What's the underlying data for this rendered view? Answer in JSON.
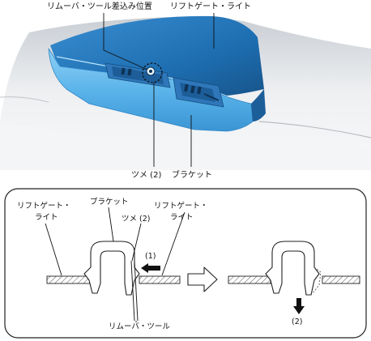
{
  "photo": {
    "labels": {
      "tool_position": "リムーバ・ツール差込み位置",
      "liftgate_light": "リフトゲート・ライト",
      "claw": "ツメ (2)",
      "bracket": "ブラケット"
    }
  },
  "detail": {
    "labels": {
      "liftgate_light_left": [
        "リフトゲート・",
        "ライト"
      ],
      "bracket": "ブラケット",
      "liftgate_light_right": [
        "リフトゲート・",
        "ライト"
      ],
      "claw": "ツメ (2)",
      "step1": "(1)",
      "removal_tool": "リムーバ・ツール",
      "step2": "(2)"
    }
  },
  "colors": {
    "lamp_blue": "#4aa7e2",
    "lamp_dark": "#1a6fb0",
    "bumper_grey": "#d9dde1",
    "outline": "#222222"
  }
}
